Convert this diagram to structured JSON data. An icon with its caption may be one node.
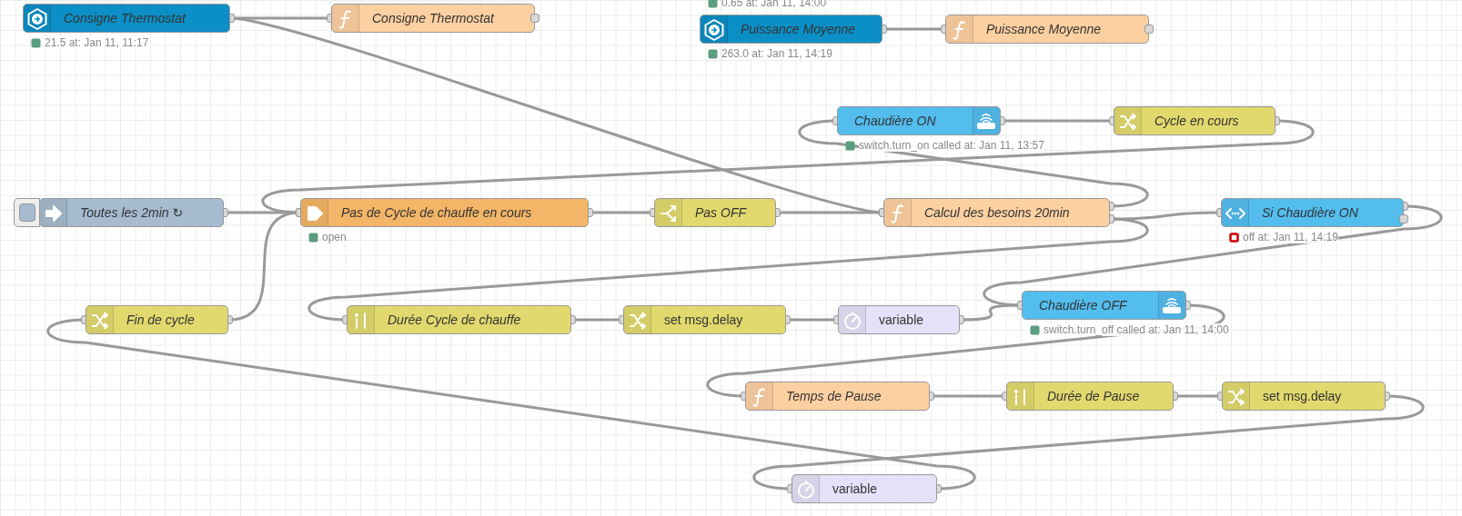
{
  "diagram": {
    "nodes": [
      {
        "text": [
          "Consigne Thermostat"
        ],
        "beside": [
          "21.5 at: Jan 11, 11:17"
        ]
      },
      {
        "text": [
          "Consigne Thermostat"
        ]
      },
      {
        "text": [
          "Puissance Moyenne"
        ],
        "beside": [
          "263.0 at: Jan 11, 14:19"
        ]
      },
      {
        "text": [
          "Puissance Moyenne"
        ]
      },
      {
        "text": [
          "Chaudière ON"
        ],
        "beside": [
          "switch.turn_on called at: Jan 11, 13:57"
        ]
      },
      {
        "text": [
          "Cycle en cours"
        ]
      },
      {
        "text": [
          "Toutes les 2min ↻"
        ]
      },
      {
        "text": [
          "Pas de Cycle de chauffe en cours"
        ],
        "beside": [
          "open"
        ]
      },
      {
        "text": [
          "Pas OFF"
        ]
      },
      {
        "text": [
          "Calcul des besoins 20min"
        ]
      },
      {
        "text": [
          "Si Chaudière ON"
        ],
        "beside": [
          "off at: Jan 11, 14:19"
        ]
      },
      {
        "text": [
          "Fin de cycle"
        ]
      },
      {
        "text": [
          "Durée Cycle de chauffe"
        ]
      },
      {
        "text": [
          "set msg.delay"
        ]
      },
      {
        "text": [
          "variable"
        ]
      },
      {
        "text": [
          "Chaudière OFF"
        ],
        "beside": [
          "switch.turn_off called at: Jan 11, 14:00"
        ]
      },
      {
        "text": [
          "Temps de Pause"
        ]
      },
      {
        "text": [
          "Durée de Pause"
        ]
      },
      {
        "text": [
          "set msg.delay"
        ]
      },
      {
        "text": [
          "variable"
        ]
      }
    ],
    "edges": [
      {
        "from": 0,
        "to": 1,
        "arrow": "other"
      },
      {
        "from": 0,
        "to": 9,
        "arrow": "other"
      },
      {
        "from": 2,
        "to": 3,
        "arrow": "other"
      },
      {
        "from": 4,
        "to": 5,
        "arrow": "other"
      },
      {
        "from": 5,
        "to": 7,
        "arrow": "other"
      },
      {
        "from": 6,
        "to": 7,
        "arrow": "other"
      },
      {
        "from": 7,
        "to": 8,
        "arrow": "other"
      },
      {
        "from": 8,
        "to": 9,
        "arrow": "other"
      },
      {
        "from": 9,
        "to": 4,
        "arrow": "other"
      },
      {
        "from": 9,
        "to": 10,
        "arrow": "other"
      },
      {
        "from": 9,
        "to": 12,
        "arrow": "other"
      },
      {
        "from": 10,
        "to": 15,
        "arrow": "other"
      },
      {
        "from": 11,
        "to": 7,
        "arrow": "other"
      },
      {
        "from": 12,
        "to": 13,
        "arrow": "other"
      },
      {
        "from": 13,
        "to": 14,
        "arrow": "other"
      },
      {
        "from": 14,
        "to": 15,
        "arrow": "other"
      },
      {
        "from": 15,
        "to": 16,
        "arrow": "other"
      },
      {
        "from": 16,
        "to": 17,
        "arrow": "other"
      },
      {
        "from": 17,
        "to": 18,
        "arrow": "other"
      },
      {
        "from": 18,
        "to": 19,
        "arrow": "other"
      },
      {
        "from": 19,
        "to": 11,
        "arrow": "other"
      }
    ],
    "labels": [
      "0.65 at: Jan 11, 14:00"
    ]
  }
}
